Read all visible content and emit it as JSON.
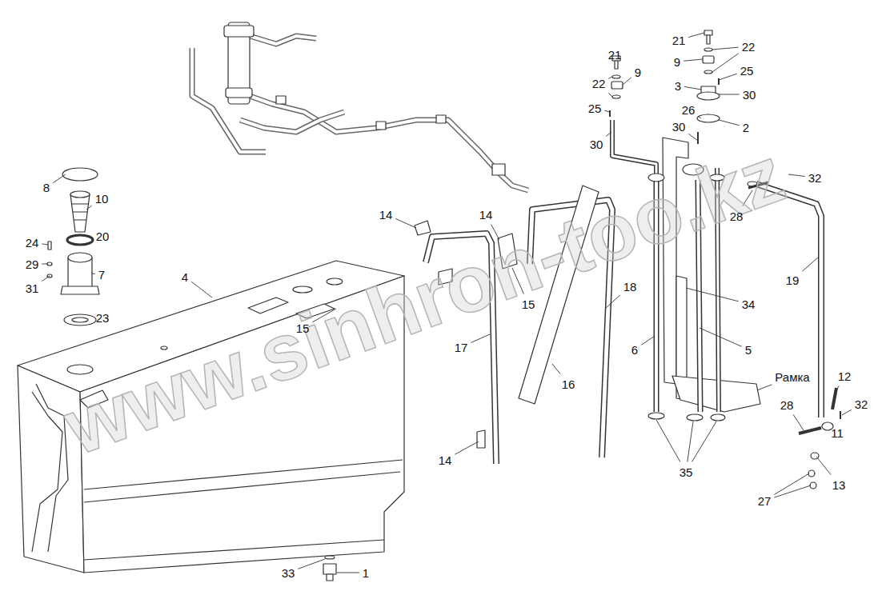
{
  "diagram": {
    "labels": [
      "21",
      "22",
      "9",
      "25",
      "30",
      "21",
      "22",
      "9",
      "25",
      "3",
      "30",
      "26",
      "2",
      "30",
      "32",
      "28",
      "8",
      "10",
      "20",
      "24",
      "29",
      "31",
      "7",
      "23",
      "4",
      "14",
      "14",
      "15",
      "15",
      "17",
      "18",
      "16",
      "14",
      "6",
      "5",
      "34",
      "19",
      "Рамка",
      "12",
      "28",
      "32",
      "11",
      "13",
      "27",
      "35",
      "33",
      "1",
      "www.sinhron-too.kz"
    ]
  }
}
